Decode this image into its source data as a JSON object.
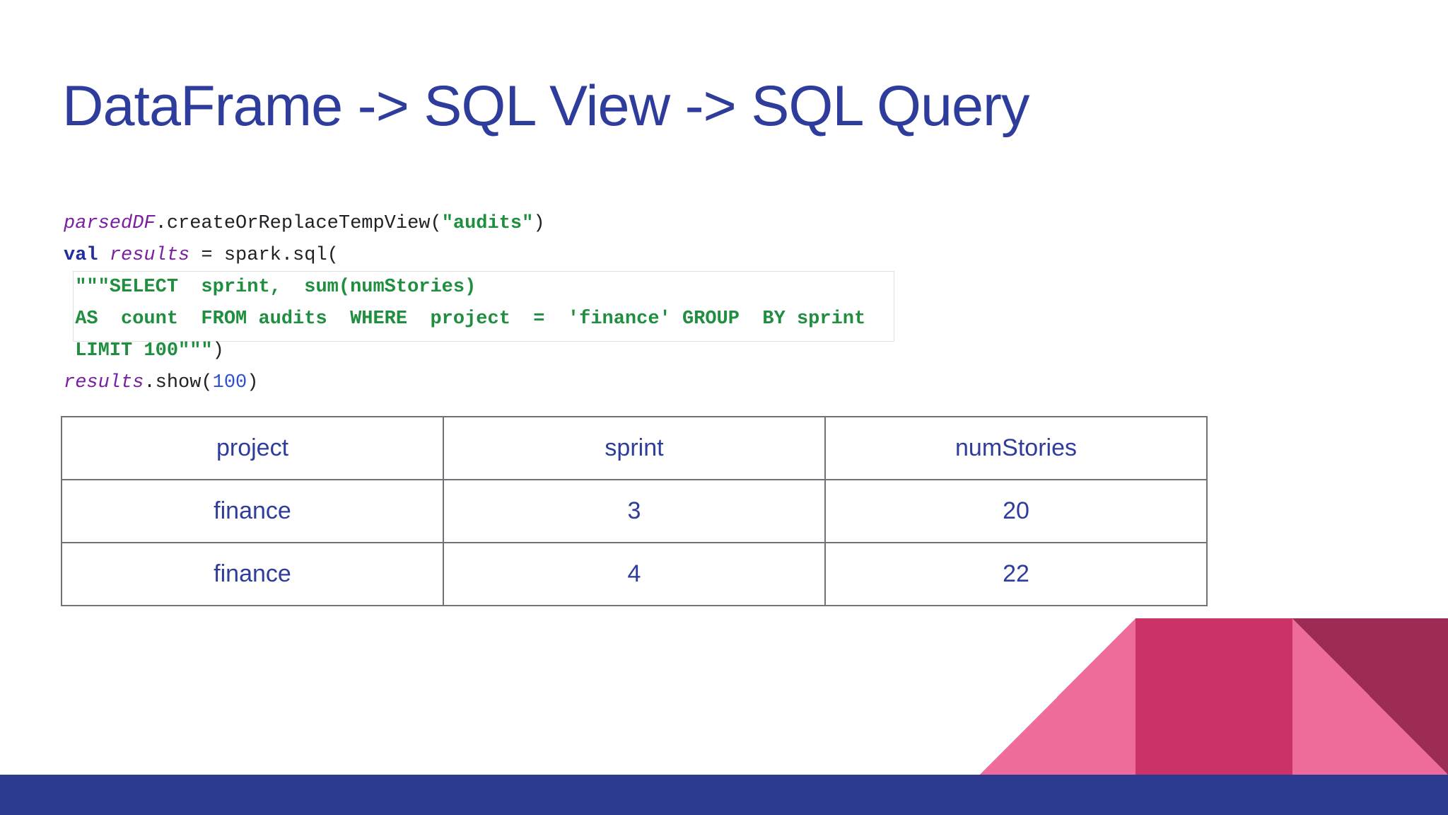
{
  "title": "DataFrame -> SQL View -> SQL Query",
  "code": {
    "lines": [
      [
        {
          "t": "parsedDF",
          "c": "code_purple",
          "i": true
        },
        {
          "t": ".createOrReplaceTempView(",
          "c": "code_black"
        },
        {
          "t": "\"audits\"",
          "c": "code_green",
          "b": true
        },
        {
          "t": ")",
          "c": "code_black"
        }
      ],
      [
        {
          "t": "val ",
          "c": "code_navy",
          "b": true
        },
        {
          "t": "results",
          "c": "code_purple",
          "i": true
        },
        {
          "t": " = spark.sql(",
          "c": "code_black"
        }
      ],
      [
        {
          "t": " \"\"\"SELECT  sprint,  sum(numStories)",
          "c": "code_green",
          "b": true
        }
      ],
      [
        {
          "t": " AS  count  FROM audits  WHERE  project  =  'finance' GROUP  BY sprint",
          "c": "code_green",
          "b": true
        }
      ],
      [
        {
          "t": " LIMIT 100\"\"\"",
          "c": "code_green",
          "b": true
        },
        {
          "t": ")",
          "c": "code_black"
        }
      ],
      [
        {
          "t": "results",
          "c": "code_purple",
          "i": true
        },
        {
          "t": ".show(",
          "c": "code_black"
        },
        {
          "t": "100",
          "c": "code_blue"
        },
        {
          "t": ")",
          "c": "code_black"
        }
      ]
    ]
  },
  "table": {
    "headers": [
      "project",
      "sprint",
      "numStories"
    ],
    "rows": [
      [
        "finance",
        "3",
        "20"
      ],
      [
        "finance",
        "4",
        "22"
      ]
    ]
  },
  "colors": {
    "title_blue": "#2E3D9B",
    "table_text": "#2E3D9B",
    "table_border": "#6F7377",
    "code_black": "#202124",
    "code_purple": "#7B1FA2",
    "code_navy": "#222E9E",
    "code_green": "#1F8F3F",
    "code_blue": "#2B50D4",
    "pink_light": "#EE6C9B",
    "pink_dark": "#CB3268",
    "maroon": "#9C2C55",
    "bar_blue": "#2C3A90"
  }
}
